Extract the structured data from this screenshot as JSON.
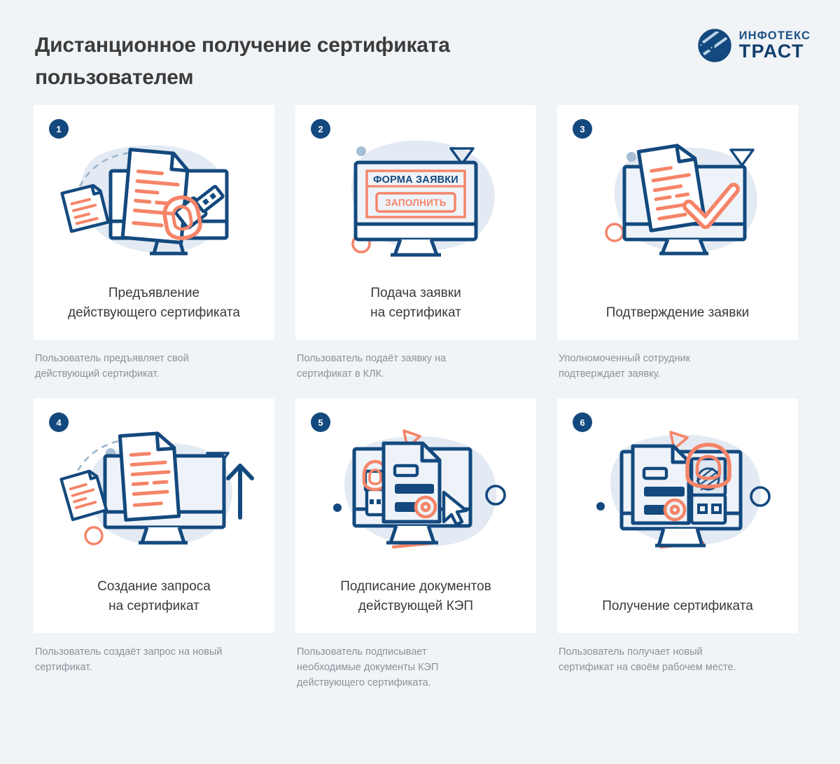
{
  "header": {
    "title": "Дистанционное получение сертификата пользователем",
    "logo": {
      "name": "infotex-trust-logo",
      "top_word": "ИНФОТЕКС",
      "bottom_word": "ТРАСТ"
    }
  },
  "colors": {
    "page_background": "#f1f4f7",
    "card_background": "#ffffff",
    "brand_dark_blue": "#13497e",
    "brand_blue": "#1b4f82",
    "accent_orange": "#f07d5f",
    "blob_blue": "#e3eaf3",
    "title_text": "#3c3c3c",
    "caption_text": "#8a919a"
  },
  "steps": [
    {
      "number": "1",
      "title": "Предъявление\nдействующего сертификата",
      "caption": "Пользователь предъявляет свой\nдействующий сертификат.",
      "art": "monitor-documents-usb-seal"
    },
    {
      "number": "2",
      "title": "Подача заявки\nна сертификат",
      "caption": "Пользователь подаёт заявку на\nсертификат в КЛК.",
      "art": "monitor-application-form",
      "screen": {
        "form_header": "ФОРМА ЗАЯВКИ",
        "button_label": "ЗАПОЛНИТЬ"
      }
    },
    {
      "number": "3",
      "title": "Подтверждение заявки",
      "caption": "Уполномоченный сотрудник\nподтверждает заявку.",
      "art": "monitor-document-checkmark"
    },
    {
      "number": "4",
      "title": "Создание запроса\nна сертификат",
      "caption": "Пользователь создаёт запрос на новый\nсертификат.",
      "art": "monitor-document-upload-arrow"
    },
    {
      "number": "5",
      "title": "Подписание документов\nдействующей КЭП",
      "caption": "Пользователь подписывает\nнеобходимые документы КЭП\nдействующего сертификата.",
      "art": "monitor-document-usb-cursor"
    },
    {
      "number": "6",
      "title": "Получение сертификата",
      "caption": "Пользователь получает новый\nсертификат на своём рабочем месте.",
      "art": "monitor-certificate-usb-seal"
    }
  ]
}
